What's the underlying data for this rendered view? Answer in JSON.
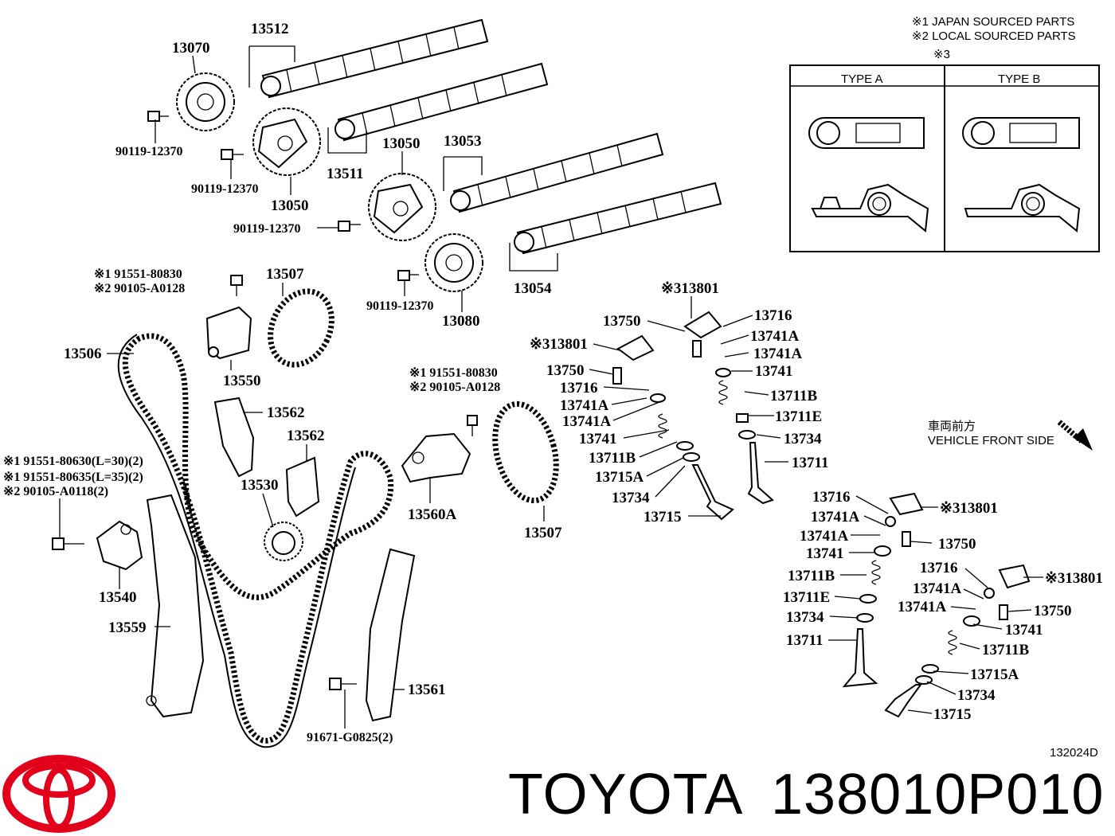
{
  "legend": {
    "line1": "※1 JAPAN SOURCED PARTS",
    "line2": "※2 LOCAL SOURCED PARTS",
    "ref": "※3",
    "type_a": "TYPE A",
    "type_b": "TYPE B"
  },
  "vehicle_front": {
    "jp": "車両前方",
    "en": "VEHICLE FRONT SIDE"
  },
  "brand": {
    "name": "TOYOTA",
    "part_number": "138010P010",
    "logo_color": "#e2001a"
  },
  "diagram_code": "132024D",
  "labels": {
    "p13070": "13070",
    "p13512": "13512",
    "p90119_a": "90119-12370",
    "p90119_b": "90119-12370",
    "p13050_a": "13050",
    "p13511": "13511",
    "p13050_b": "13050",
    "p13053": "13053",
    "p90119_c": "90119-12370",
    "p90119_d": "90119-12370",
    "p13080": "13080",
    "p13054": "13054",
    "n1_a": "※1 91551-80830",
    "n2_a": "※2 90105-A0128",
    "p13507_a": "13507",
    "p13506": "13506",
    "p13550": "13550",
    "p13562_a": "13562",
    "p13562_b": "13562",
    "n1_b": "※1 91551-80630(L=30)(2)",
    "n1_c": "※1 91551-80635(L=35)(2)",
    "n2_b": "※2 90105-A0118(2)",
    "p13530": "13530",
    "p13540": "13540",
    "p13559": "13559",
    "n1_d": "※1 91551-80830",
    "n2_d": "※2 90105-A0128",
    "p13560A": "13560A",
    "p13507_b": "13507",
    "p13561": "13561",
    "p91671": "91671-G0825(2)",
    "r1_13801": "※313801",
    "r1_13750": "13750",
    "r1_13716": "13716",
    "r1_13741A_a": "13741A",
    "r1_13741A_b": "13741A",
    "r1_13741": "13741",
    "r1_13711B": "13711B",
    "r1_13711E": "13711E",
    "r1_13734": "13734",
    "r1_13711": "13711",
    "r2_13801": "※313801",
    "r2_13750": "13750",
    "r2_13716": "13716",
    "r2_13741A_a": "13741A",
    "r2_13741A_b": "13741A",
    "r2_13741": "13741",
    "r2_13711B": "13711B",
    "r2_13715A": "13715A",
    "r2_13734": "13734",
    "r2_13715": "13715",
    "r3_13716": "13716",
    "r3_13801": "※313801",
    "r3_13741A_a": "13741A",
    "r3_13741A_b": "13741A",
    "r3_13750": "13750",
    "r3_13741": "13741",
    "r3_13711B": "13711B",
    "r3_13711E": "13711E",
    "r3_13734": "13734",
    "r3_13711": "13711",
    "r4_13716": "13716",
    "r4_13801": "※313801",
    "r4_13741A_a": "13741A",
    "r4_13741A_b": "13741A",
    "r4_13750": "13750",
    "r4_13741": "13741",
    "r4_13711B": "13711B",
    "r4_13715A": "13715A",
    "r4_13734": "13734",
    "r4_13715": "13715"
  }
}
